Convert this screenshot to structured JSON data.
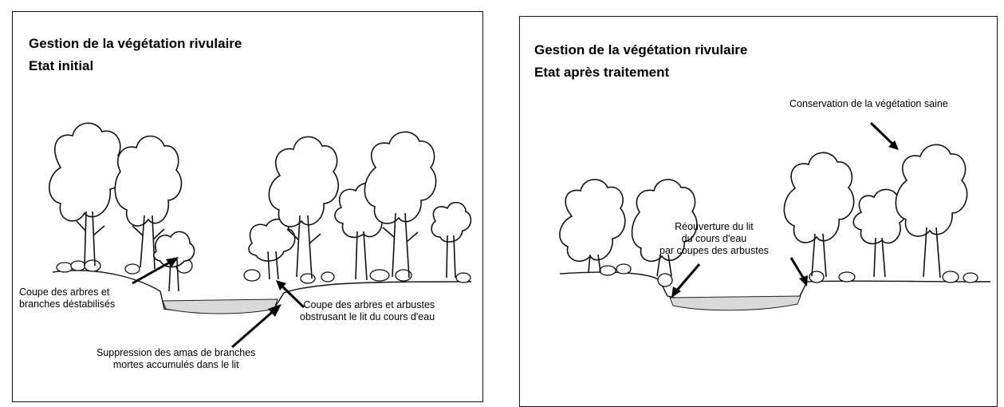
{
  "left_panel": {
    "title": "Gestion de la végétation rivulaire",
    "subtitle": "Etat initial",
    "labels": {
      "cut_destabilised_line1": "Coupe des arbres et",
      "cut_destabilised_line2": "branches déstabilisés",
      "cut_obstructing_line1": "Coupe des arbres et arbustes",
      "cut_obstructing_line2": "obstrusant le lit du cours d'eau",
      "remove_branches_line1": "Suppression des amas de branches",
      "remove_branches_line2": "mortes accumulés dans le lit"
    }
  },
  "right_panel": {
    "title": "Gestion de la végétation rivulaire",
    "subtitle": "Etat après traitement",
    "labels": {
      "conservation": "Conservation de la végétation saine",
      "reopening_line1": "Réouverture du lit",
      "reopening_line2": "du cours d'eau",
      "reopening_line3": "par coupes des arbustes"
    }
  }
}
